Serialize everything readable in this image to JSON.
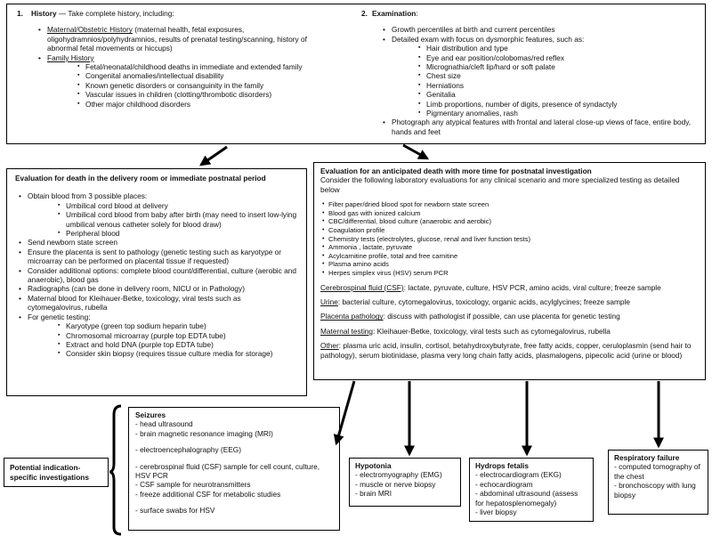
{
  "top": {
    "history": {
      "number": "1.",
      "title": "History",
      "intro": " — Take complete history, including:",
      "maternal_title": "Maternal/Obstetric History",
      "maternal_text": " (maternal health, fetal exposures, oligohydramnios/polyhydramnios, results of prenatal testing/scanning, history of abnormal fetal movements or hiccups)",
      "family_title": "Family History",
      "family_items": [
        "Fetal/neonatal/childhood deaths in immediate and extended family",
        "Congenital anomalies/intellectual disability",
        "Known genetic disorders or consanguinity in the family",
        "Vascular issues in children (clotting/thrombotic disorders)",
        "Other major childhood disorders"
      ]
    },
    "exam": {
      "number": "2.",
      "title": "Examination",
      "colon": ":",
      "item1": "Growth percentiles at birth and current percentiles",
      "item2": "Detailed exam with focus on dysmorphic features, such as:",
      "features": [
        "Hair distribution and type",
        "Eye and ear position/colobomas/red reflex",
        "Micrognathia/cleft lip/hard or soft palate",
        "Chest size",
        "Herniations",
        "Genitalia",
        "Limb proportions, number of digits, presence of syndactyly",
        "Pigmentary anomalies, rash"
      ],
      "item3": "Photograph any atypical features with frontal and lateral close-up views of face, entire body, hands and feet"
    }
  },
  "delivery": {
    "title": "Evaluation for death in the delivery room or immediate postnatal period",
    "blood_intro": "Obtain blood from 3 possible places:",
    "blood_places": [
      "Umbilical cord blood at delivery",
      "Umbilical cord blood from baby after birth (may need to insert low-lying umbilical venous catheter solely for blood draw)",
      "Peripheral blood"
    ],
    "items": [
      "Send newborn state screen",
      "Ensure the placenta is sent to pathology (genetic testing such as karyotype or microarray can be performed on placental tissue if requested)",
      "Consider additional options: complete blood count/differential, culture (aerobic and anaerobic), blood gas",
      "Radiographs (can be done in delivery room, NICU or in Pathology)",
      "Maternal blood for Kleihauer-Betke, toxicology, viral tests such as cytomegalovirus, rubella"
    ],
    "genetic_intro": "For genetic testing:",
    "genetic_items": [
      "Karyotype (green top sodium heparin tube)",
      "Chromosomal microarray (purple top EDTA tube)",
      "Extract and hold DNA (purple top EDTA tube)",
      "Consider skin biopsy (requires tissue culture media for storage)"
    ]
  },
  "anticipated": {
    "title": "Evaluation for an anticipated death with more time for postnatal investigation",
    "intro": "Consider the following laboratory evaluations for any clinical scenario and more specialized testing as detailed below",
    "labs": [
      "Filter paper/dried blood spot for newborn state screen",
      "Blood gas with ionized calcium",
      "CBC/differential, blood culture (anaerobic and aerobic)",
      "Coagulation profile",
      "Chemistry tests (electrolytes, glucose, renal and liver function tests)",
      "Ammonia , lactate, pyruvate",
      "Acylcarnitine profile, total and free carnitine",
      "Plasma amino acids",
      "Herpes simplex virus (HSV) serum PCR"
    ],
    "csf_label": "Cerebrospinal fluid (CSF)",
    "csf_text": ": lactate, pyruvate, culture, HSV PCR, amino acids, viral culture; freeze sample",
    "urine_label": "Urine",
    "urine_text": ": bacterial culture, cytomegalovirus, toxicology, organic acids, acylglycines; freeze sample",
    "placenta_label": "Placenta pathology",
    "placenta_text": ":  discuss with pathologist if possible, can use placenta for genetic testing",
    "maternal_label": "Maternal testing",
    "maternal_text": ":  Kleihauer-Betke, toxicology, viral tests such as cytomegalovirus, rubella",
    "other_label": "Other",
    "other_text": ": plasma uric acid, insulin, cortisol, betahydroxybutyrate, free fatty acids, copper, ceruloplasmin (send hair to pathology), serum biotinidase, plasma very long chain fatty acids, plasmalogens, pipecolic acid (urine or blood)"
  },
  "potential_label": "Potential indication-specific investigations",
  "seizures": {
    "title": "Seizures",
    "lines": [
      "- head ultrasound",
      "- brain magnetic resonance imaging (MRI)",
      "",
      "- electroencephalography (EEG)",
      "",
      "- cerebrospinal fluid (CSF) sample for cell count, culture, HSV PCR",
      "- CSF sample for neurotransmitters",
      "- freeze additional CSF for metabolic studies",
      "",
      "- surface swabs for HSV"
    ]
  },
  "hypotonia": {
    "title": "Hypotonia",
    "lines": [
      "- electromyography (EMG)",
      "- muscle or nerve biopsy",
      "- brain MRI"
    ]
  },
  "hydrops": {
    "title": "Hydrops fetalis",
    "lines": [
      "- electrocardiogram (EKG)",
      "- echocardiogram",
      "- abdominal ultrasound (assess for hepatosplenomegaly)",
      "- liver biopsy"
    ]
  },
  "respiratory": {
    "title": "Respiratory failure",
    "lines": [
      "- computed tomography of the chest",
      "- bronchoscopy with lung biopsy"
    ]
  }
}
